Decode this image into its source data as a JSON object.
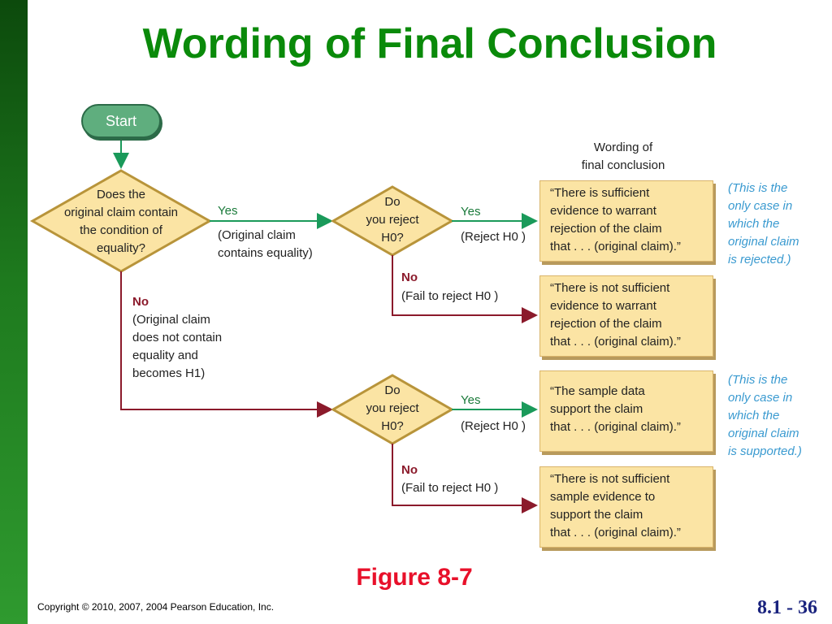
{
  "slide": {
    "title": "Wording of Final Conclusion",
    "figure_caption": "Figure 8-7",
    "copyright": "Copyright © 2010, 2007, 2004 Pearson Education, Inc.",
    "page_number": "8.1 - 36"
  },
  "colors": {
    "title": "#0a8a0a",
    "caption": "#e8102a",
    "box_fill": "#fbe4a4",
    "yes_arrow": "#1a9a5a",
    "no_arrow": "#8b1a2b",
    "note": "#3a9ad0"
  },
  "flowchart": {
    "start_label": "Start",
    "header": [
      "Wording of",
      "final conclusion"
    ],
    "decision_equality": [
      "Does the",
      "original claim contain",
      "the condition of",
      "equality?"
    ],
    "yes_equality_label": "Yes",
    "yes_equality_note": [
      "(Original claim",
      "contains equality)"
    ],
    "no_equality_label": "No",
    "no_equality_note": [
      "(Original claim",
      "does not contain",
      "equality and",
      "becomes H1)"
    ],
    "decision_reject_1": [
      "Do",
      "you reject",
      "H0?"
    ],
    "decision_reject_2": [
      "Do",
      "you reject",
      "H0?"
    ],
    "yes_reject_1_label": "Yes",
    "yes_reject_1_note": "(Reject H0 )",
    "no_reject_1_label": "No",
    "no_reject_1_note": "(Fail to reject H0 )",
    "yes_reject_2_label": "Yes",
    "yes_reject_2_note": "(Reject H0 )",
    "no_reject_2_label": "No",
    "no_reject_2_note": "(Fail to reject H0 )",
    "conclusion_1": [
      "“There is sufficient",
      "evidence to warrant",
      "rejection of the claim",
      "that . . . (original claim).”"
    ],
    "conclusion_2": [
      "“There is not sufficient",
      "evidence to warrant",
      "rejection of the claim",
      "that . . . (original claim).”"
    ],
    "conclusion_3": [
      "“The sample data",
      "support the claim",
      "that . . . (original claim).”"
    ],
    "conclusion_4": [
      "“There is not sufficient",
      "sample evidence to",
      "support the claim",
      "that . . . (original claim).”"
    ],
    "note_rejected": [
      "(This is the",
      "only case in",
      "which the",
      "original claim",
      "is rejected.)"
    ],
    "note_supported": [
      "(This is the",
      "only case in",
      "which the",
      "original claim",
      "is supported.)"
    ]
  }
}
